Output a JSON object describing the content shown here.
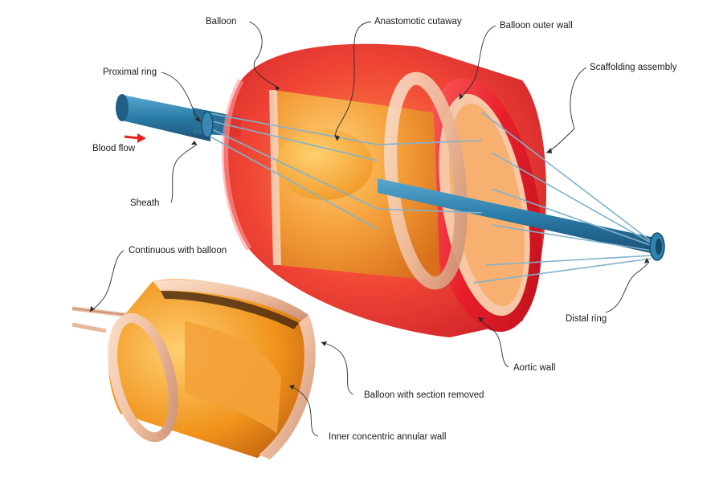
{
  "labels": {
    "balloon": "Balloon",
    "anastomotic_cutaway": "Anastomotic cutaway",
    "balloon_outer_wall": "Balloon outer wall",
    "proximal_ring": "Proximal ring",
    "scaffolding_assembly": "Scaffolding assembly",
    "blood_flow": "Blood flow",
    "sheath": "Sheath",
    "continuous_with_balloon": "Continuous with balloon",
    "distal_ring": "Distal ring",
    "aortic_wall": "Aortic wall",
    "balloon_with_section_removed": "Balloon with section removed",
    "inner_concentric_annular_wall": "Inner concentric annular wall"
  },
  "colors": {
    "aortic_red": "#e0202a",
    "balloon_orange": "#f0921a",
    "sheath_blue": "#2a7ca8",
    "balloon_wall_pink": "#f2c2a6",
    "blood_flow_arrow": "#e8231f",
    "leader_line": "#2a2a2a"
  }
}
